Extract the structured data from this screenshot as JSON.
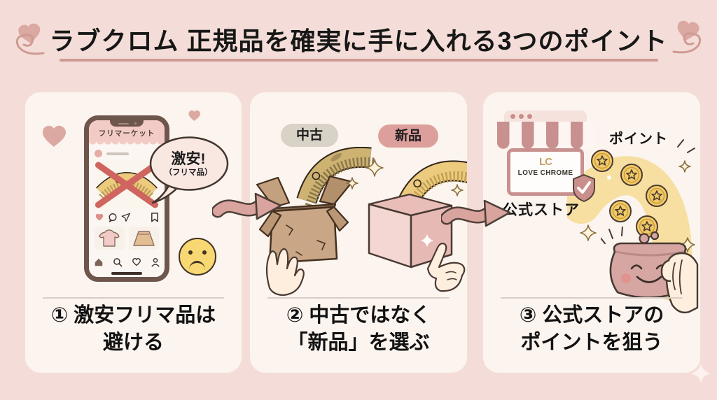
{
  "header": {
    "title": "ラブクロム 正規品を確実に手に入れる3つのポイント"
  },
  "panels": [
    {
      "caption_line1": "① 激安フリマ品は",
      "caption_line2": "避ける",
      "phone": {
        "app_header": "フリマーケット"
      },
      "bubble": {
        "line1": "激安!",
        "line2": "（フリマ品）"
      }
    },
    {
      "caption_line1": "② 中古ではなく",
      "caption_line2": "「新品」を選ぶ",
      "labels": {
        "used": "中古",
        "new": "新品"
      }
    },
    {
      "caption_line1": "③ 公式ストアの",
      "caption_line2": "ポイントを狙う",
      "store": {
        "monogram": "LC",
        "name": "LOVE CHROME",
        "label": "公式ストア"
      },
      "points_label": "ポイント"
    }
  ],
  "colors": {
    "background": "#f4ddd8",
    "card": "#fcf4ef",
    "title_text": "#171717",
    "title_underline": "#cf9a93",
    "accent_rose": "#d9a49e",
    "heart_pink": "#dba9a2",
    "pill_used": "#d8d2c7",
    "pill_new": "#dc9f9b",
    "comb_gold": "#ecca7e",
    "coin_gold": "#f2ca67",
    "arc_gold": "#f6dfa0",
    "purse_pink": "#d6a6a2",
    "emoji_yellow": "#f8d873",
    "cross_red": "#cf655e",
    "phone_frame": "#6f564d"
  }
}
